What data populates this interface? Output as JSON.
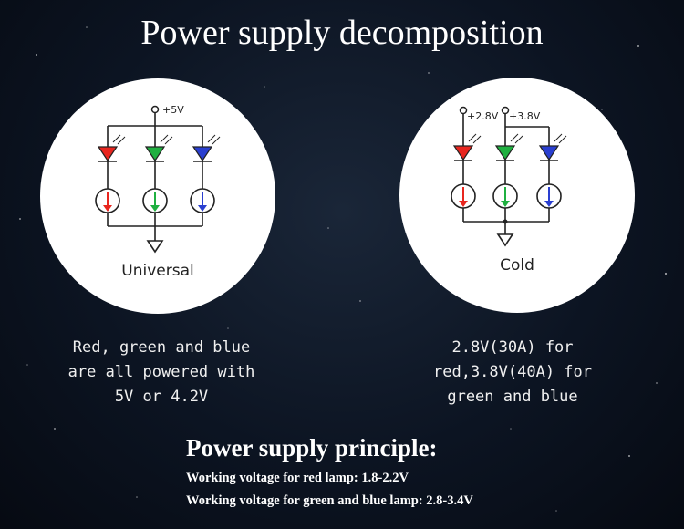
{
  "title": "Power supply decomposition",
  "universal": {
    "caption": "Universal",
    "voltage_label": "+5V",
    "description": [
      "Red, green and blue",
      "are all powered with",
      "5V or 4.2V"
    ]
  },
  "cold": {
    "caption": "Cold",
    "voltage_label_red": "+2.8V",
    "voltage_label_green_blue": "+3.8V",
    "description": [
      "2.8V(30A) for",
      "red,3.8V(40A) for",
      "green and blue"
    ]
  },
  "principle": {
    "heading": "Power supply principle:",
    "lines": [
      "Working voltage for red lamp: 1.8-2.2V",
      "Working voltage for green and blue lamp: 2.8-3.4V"
    ]
  },
  "colors": {
    "red_led": "#e8261f",
    "green_led": "#1fb040",
    "blue_led": "#2a3fd0"
  }
}
